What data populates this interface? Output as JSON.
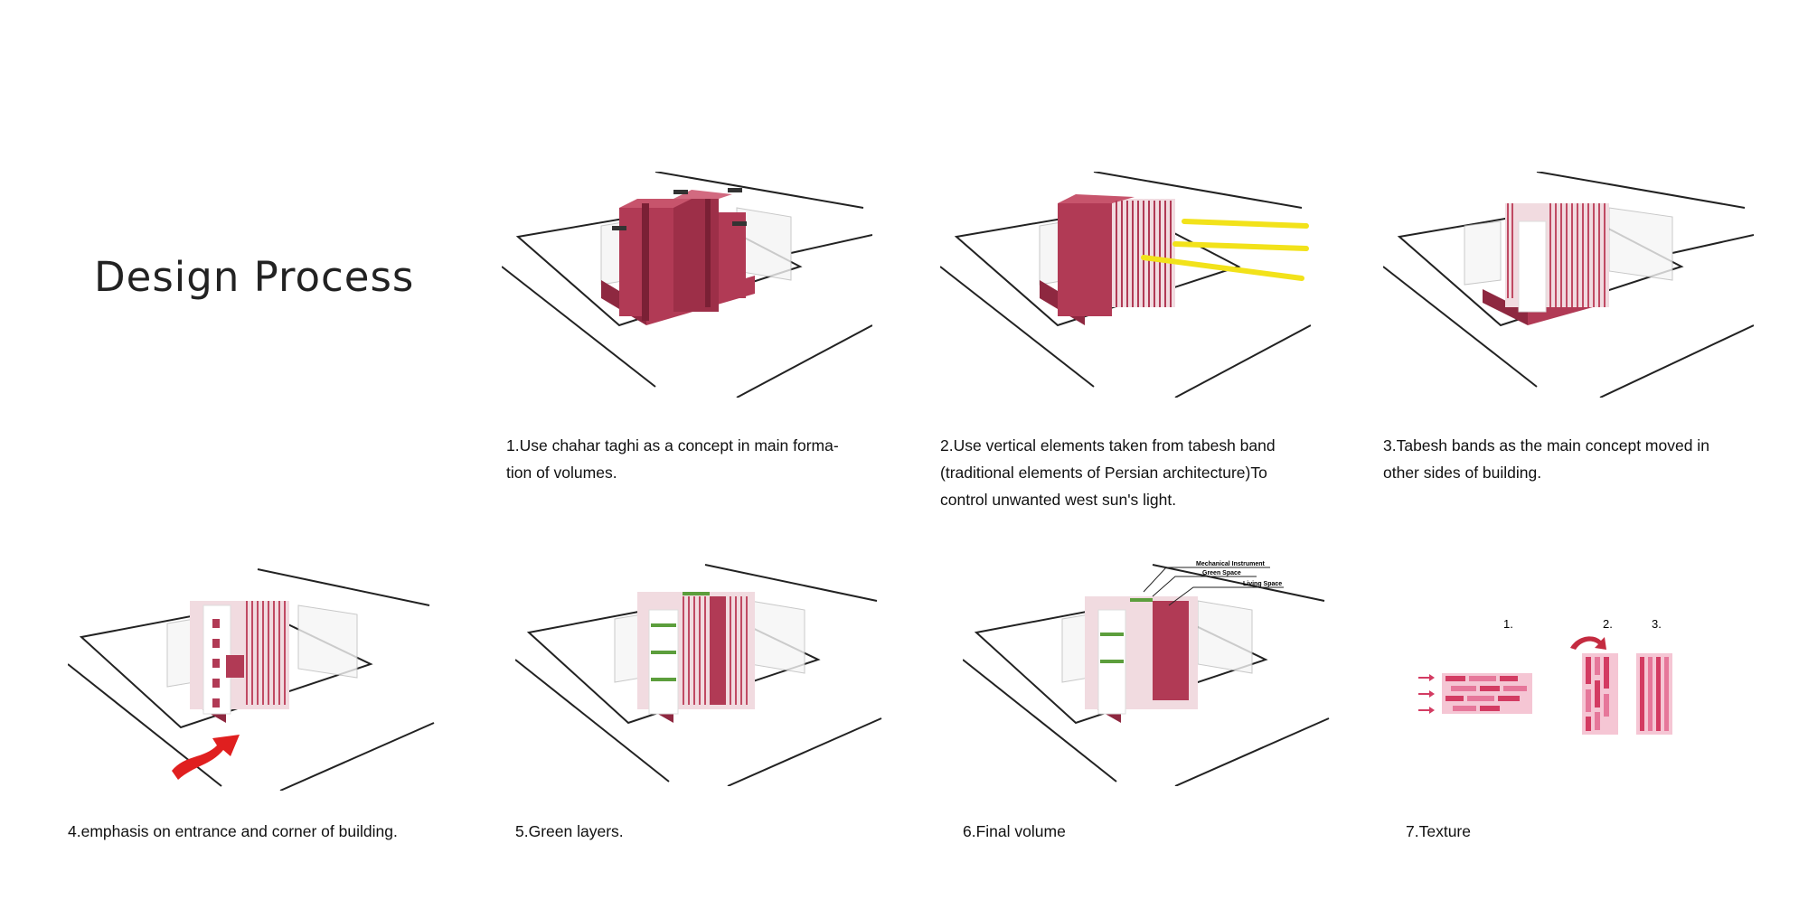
{
  "title": "Design Process",
  "steps": [
    {
      "caption_lines": [
        "1.Use chahar taghi as a concept in main forma-",
        "tion of volumes."
      ]
    },
    {
      "caption_lines": [
        "2.Use vertical elements taken from  tabesh band",
        "(traditional elements of Persian architecture)To",
        "control unwanted west sun's light."
      ]
    },
    {
      "caption_lines": [
        "3.Tabesh bands as  the main concept moved in",
        "other sides of building."
      ]
    },
    {
      "caption_lines": [
        "4.emphasis on entrance and corner of building."
      ]
    },
    {
      "caption_lines": [
        "5.Green layers."
      ]
    },
    {
      "caption_lines": [
        "6.Final volume"
      ],
      "annotations": [
        "Mechanical Instrument",
        "Green Space",
        "Living Space"
      ]
    },
    {
      "caption_lines": [
        "7.Texture"
      ],
      "texture_labels": [
        "1.",
        "2.",
        "3."
      ]
    }
  ],
  "colors": {
    "building": "#b13a55",
    "building_dark": "#8e2840",
    "fin_light": "#f1dbe0",
    "sun_ray": "#f2e21a",
    "arrow": "#e01f1f",
    "lines": "#222222"
  },
  "icons": [
    "sun-ray-arrows",
    "entrance-arrow-icon",
    "rotate-arrow-icon",
    "arrow-right-icon"
  ]
}
